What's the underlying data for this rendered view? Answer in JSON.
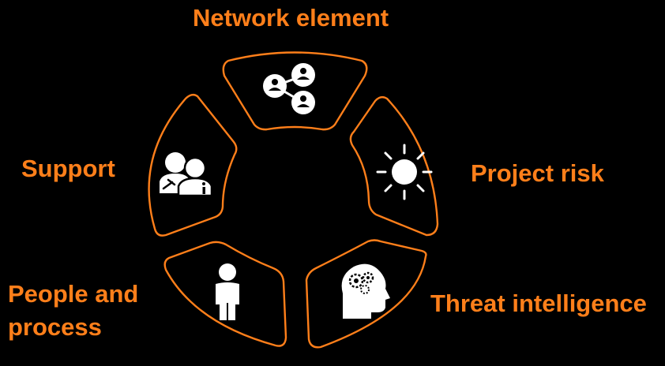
{
  "colors": {
    "accent": "#ff7f1a",
    "background": "#000000",
    "icon": "#ffffff"
  },
  "segments": [
    {
      "label": "Network element",
      "icon": "network-nodes-icon"
    },
    {
      "label": "Project risk",
      "icon": "sun-icon"
    },
    {
      "label": "Threat intelligence",
      "icon": "head-gears-icon"
    },
    {
      "label_lines": [
        "People and",
        "process"
      ],
      "icon": "person-icon"
    },
    {
      "label": "Support",
      "icon": "support-users-icon"
    }
  ]
}
